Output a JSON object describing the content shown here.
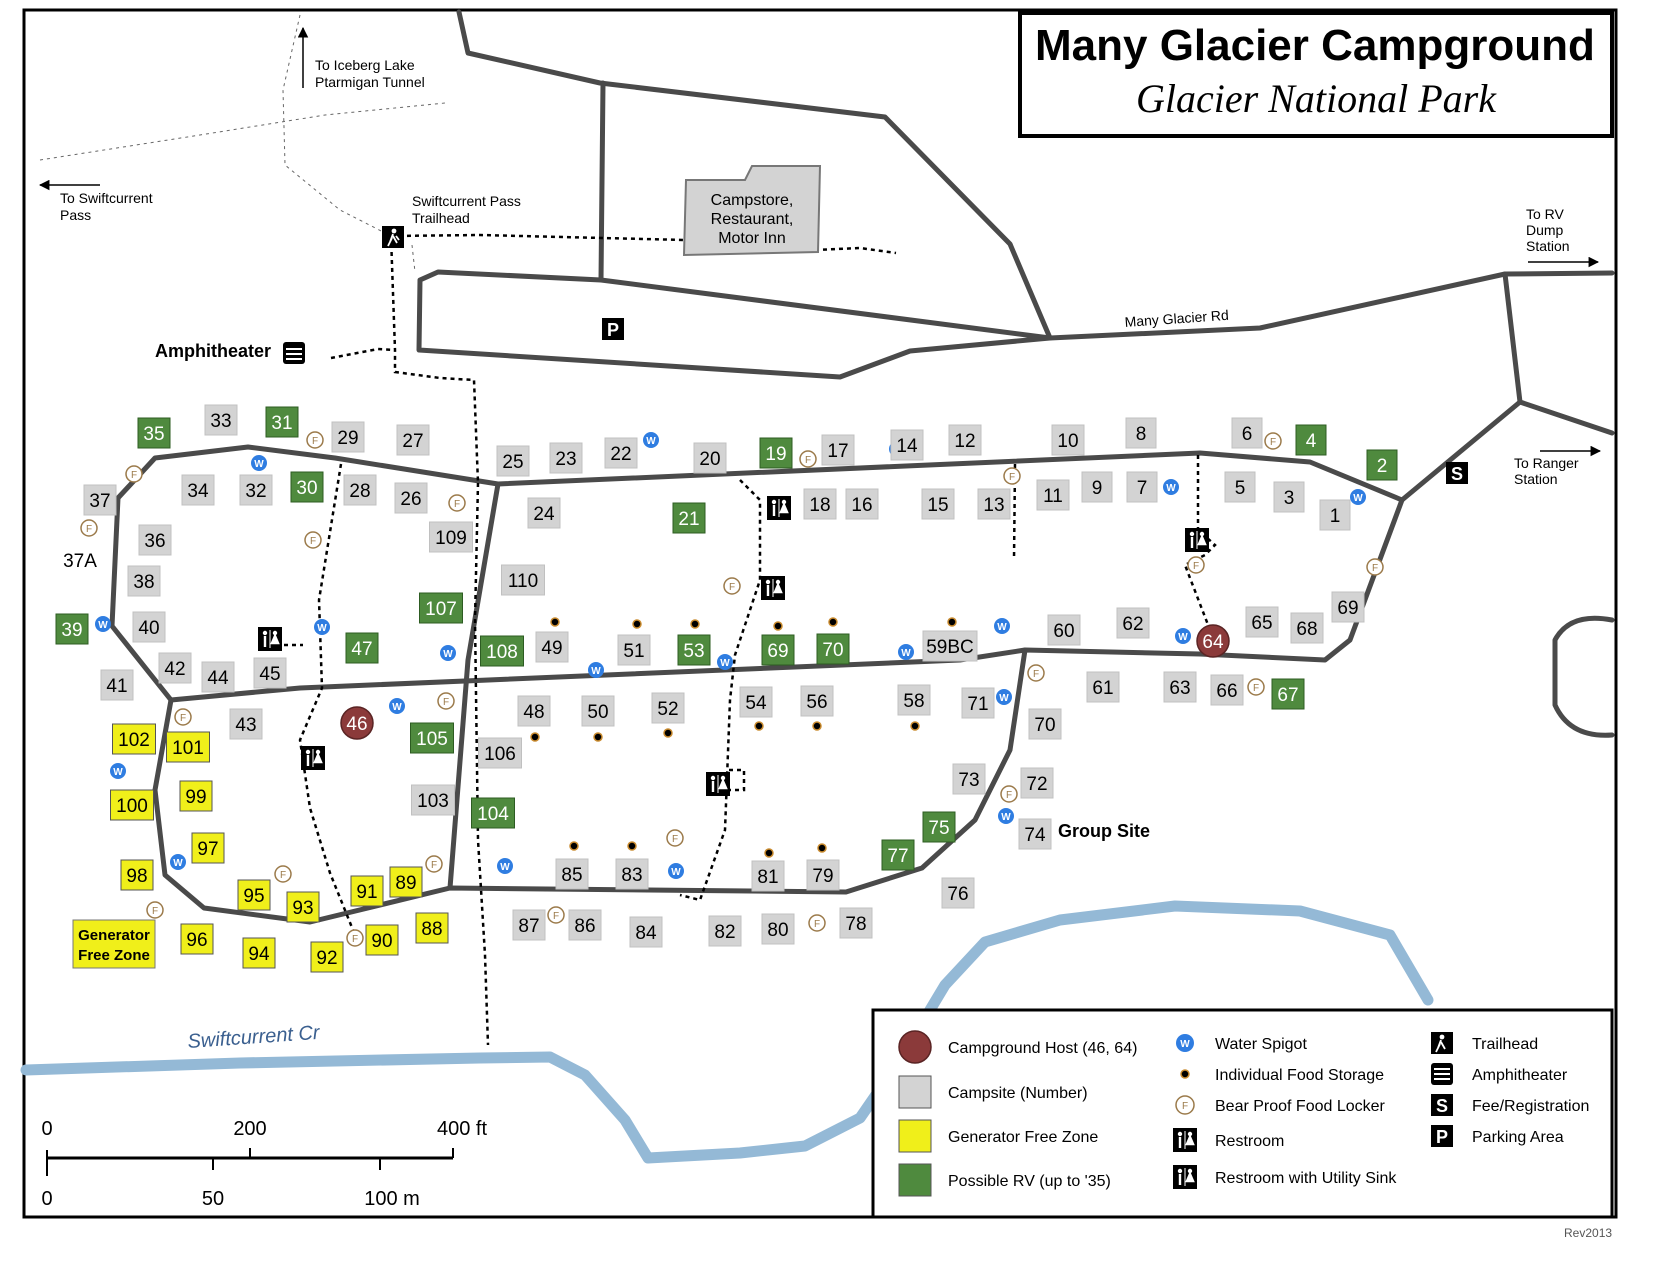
{
  "title": "Many Glacier Campground",
  "subtitle": "Glacier National Park",
  "revision": "Rev2013",
  "map_labels": {
    "iceberg": [
      "To Iceberg Lake",
      "Ptarmigan Tunnel"
    ],
    "swiftcurrent_pass": [
      "To Swiftcurrent",
      "Pass"
    ],
    "trailhead": [
      "Swiftcurrent Pass",
      "Trailhead"
    ],
    "campstore": [
      "Campstore,",
      "Restaurant,",
      "Motor Inn"
    ],
    "rv_dump": [
      "To RV",
      "Dump",
      "Station"
    ],
    "ranger": [
      "To Ranger",
      "Station"
    ],
    "road": "Many Glacier Rd",
    "amphitheater": "Amphitheater",
    "group_site": "Group Site",
    "creek": "Swiftcurrent Cr",
    "generator_zone": [
      "Generator",
      "Free Zone"
    ],
    "parking_symbol": "P",
    "fee_symbol": "S"
  },
  "scale": {
    "feet_ticks": [
      "0",
      "200",
      "400 ft"
    ],
    "meter_ticks": [
      "0",
      "50",
      "100 m"
    ]
  },
  "legend": {
    "items": [
      {
        "label": "Campground Host (46, 64)",
        "icon": "host-circle",
        "color": "#8b3a3a"
      },
      {
        "label": "Campsite (Number)",
        "icon": "campsite-square",
        "color": "#d3d3d3"
      },
      {
        "label": "Generator Free Zone",
        "icon": "generator-square",
        "color": "#f0ef1a"
      },
      {
        "label": "Possible RV (up to '35)",
        "icon": "rv-square",
        "color": "#4f8a3e"
      },
      {
        "label": "Water Spigot",
        "icon": "water-spigot-icon",
        "symbol": "W"
      },
      {
        "label": "Individual Food Storage",
        "icon": "food-storage-icon"
      },
      {
        "label": "Bear Proof Food Locker",
        "icon": "food-locker-icon",
        "symbol": "F"
      },
      {
        "label": "Restroom",
        "icon": "restroom-icon"
      },
      {
        "label": "Restroom with Utility Sink",
        "icon": "restroom-sink-icon"
      },
      {
        "label": "Trailhead",
        "icon": "hiker-icon"
      },
      {
        "label": "Amphitheater",
        "icon": "amphitheater-icon"
      },
      {
        "label": "Fee/Registration",
        "icon": "fee-icon",
        "symbol": "S"
      },
      {
        "label": "Parking Area",
        "icon": "parking-icon",
        "symbol": "P"
      }
    ]
  },
  "site_types": {
    "G": "campsite",
    "Y": "generator free zone",
    "R": "possible RV",
    "H": "campground host",
    "T": "unboxed"
  },
  "sites": [
    [
      "1",
      "G"
    ],
    [
      "2",
      "R"
    ],
    [
      "3",
      "G"
    ],
    [
      "4",
      "R"
    ],
    [
      "5",
      "G"
    ],
    [
      "6",
      "G"
    ],
    [
      "7",
      "G"
    ],
    [
      "8",
      "G"
    ],
    [
      "9",
      "G"
    ],
    [
      "10",
      "G"
    ],
    [
      "11",
      "G"
    ],
    [
      "12",
      "G"
    ],
    [
      "13",
      "G"
    ],
    [
      "14",
      "G"
    ],
    [
      "15",
      "G"
    ],
    [
      "16",
      "G"
    ],
    [
      "17",
      "G"
    ],
    [
      "18",
      "G"
    ],
    [
      "19",
      "R"
    ],
    [
      "20",
      "G"
    ],
    [
      "21",
      "R"
    ],
    [
      "22",
      "G"
    ],
    [
      "23",
      "G"
    ],
    [
      "24",
      "G"
    ],
    [
      "25",
      "G"
    ],
    [
      "26",
      "G"
    ],
    [
      "27",
      "G"
    ],
    [
      "28",
      "G"
    ],
    [
      "29",
      "G"
    ],
    [
      "30",
      "R"
    ],
    [
      "31",
      "R"
    ],
    [
      "32",
      "G"
    ],
    [
      "33",
      "G"
    ],
    [
      "34",
      "G"
    ],
    [
      "35",
      "R"
    ],
    [
      "36",
      "G"
    ],
    [
      "37",
      "G"
    ],
    [
      "37A",
      "T"
    ],
    [
      "38",
      "G"
    ],
    [
      "39",
      "R"
    ],
    [
      "40",
      "G"
    ],
    [
      "41",
      "G"
    ],
    [
      "42",
      "G"
    ],
    [
      "43",
      "G"
    ],
    [
      "44",
      "G"
    ],
    [
      "45",
      "G"
    ],
    [
      "46",
      "H"
    ],
    [
      "47",
      "R"
    ],
    [
      "48",
      "G"
    ],
    [
      "49",
      "G"
    ],
    [
      "50",
      "G"
    ],
    [
      "51",
      "G"
    ],
    [
      "52",
      "G"
    ],
    [
      "53",
      "R"
    ],
    [
      "54",
      "G"
    ],
    [
      "56",
      "G"
    ],
    [
      "58",
      "G"
    ],
    [
      "59BC",
      "G"
    ],
    [
      "60",
      "G"
    ],
    [
      "61",
      "G"
    ],
    [
      "62",
      "G"
    ],
    [
      "63",
      "G"
    ],
    [
      "64",
      "H"
    ],
    [
      "65",
      "G"
    ],
    [
      "66",
      "G"
    ],
    [
      "67",
      "R"
    ],
    [
      "68",
      "G"
    ],
    [
      "69",
      "G"
    ],
    [
      "69",
      "R"
    ],
    [
      "70",
      "G"
    ],
    [
      "70",
      "R"
    ],
    [
      "71",
      "G"
    ],
    [
      "72",
      "G"
    ],
    [
      "73",
      "G"
    ],
    [
      "74",
      "G"
    ],
    [
      "75",
      "R"
    ],
    [
      "76",
      "G"
    ],
    [
      "77",
      "R"
    ],
    [
      "78",
      "G"
    ],
    [
      "79",
      "G"
    ],
    [
      "80",
      "G"
    ],
    [
      "81",
      "G"
    ],
    [
      "82",
      "G"
    ],
    [
      "83",
      "G"
    ],
    [
      "84",
      "G"
    ],
    [
      "85",
      "G"
    ],
    [
      "86",
      "G"
    ],
    [
      "87",
      "G"
    ],
    [
      "88",
      "Y"
    ],
    [
      "89",
      "Y"
    ],
    [
      "90",
      "Y"
    ],
    [
      "91",
      "Y"
    ],
    [
      "92",
      "Y"
    ],
    [
      "93",
      "Y"
    ],
    [
      "94",
      "Y"
    ],
    [
      "95",
      "Y"
    ],
    [
      "96",
      "Y"
    ],
    [
      "97",
      "Y"
    ],
    [
      "98",
      "Y"
    ],
    [
      "99",
      "Y"
    ],
    [
      "100",
      "Y"
    ],
    [
      "101",
      "Y"
    ],
    [
      "102",
      "Y"
    ],
    [
      "103",
      "G"
    ],
    [
      "104",
      "R"
    ],
    [
      "105",
      "R"
    ],
    [
      "106",
      "G"
    ],
    [
      "107",
      "R"
    ],
    [
      "108",
      "R"
    ],
    [
      "109",
      "G"
    ],
    [
      "110",
      "G"
    ]
  ]
}
